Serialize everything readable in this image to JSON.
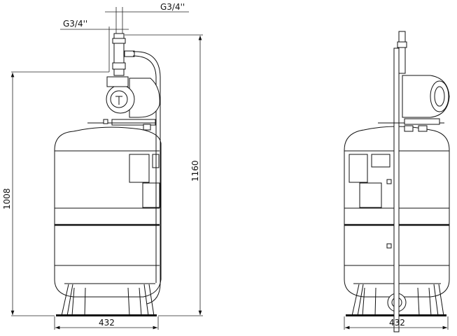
{
  "drawing": {
    "front_view": {
      "outlet_top_label": "G3/4''",
      "outlet_side_label": "G3/4''",
      "height_pump_label": "1008",
      "height_total_label": "1160",
      "width_label": "432"
    },
    "side_view": {
      "width_label": "432"
    }
  }
}
